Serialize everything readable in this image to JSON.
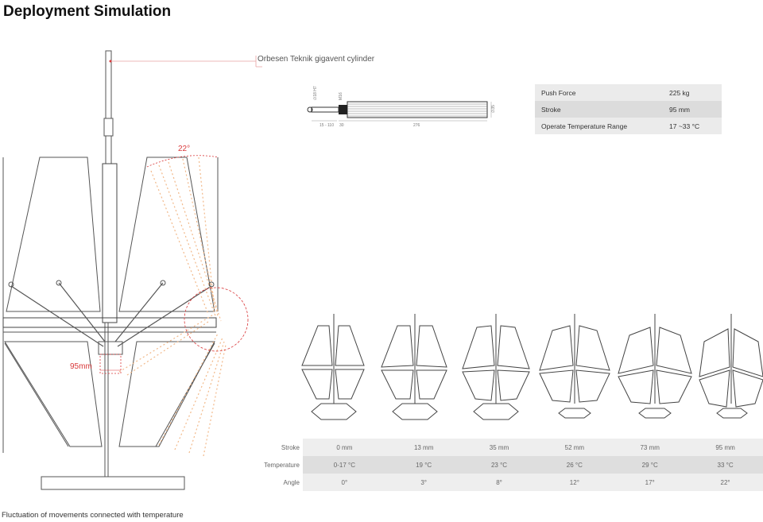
{
  "title": "Deployment Simulation",
  "callout_label": "Orbesen Teknik gigavent cylinder",
  "angle_annotation": "22°",
  "stroke_annotation": "95mm",
  "caption": "Fluctuation of movements connected with temperature",
  "cylinder_dims": {
    "dia_top": "∅18 H7",
    "thread": "M16",
    "left_len": "15 - 110",
    "mid_len": "30",
    "body_len": "276",
    "body_dia": "∅35"
  },
  "specs": [
    {
      "label": "Push Force",
      "value": "225 kg"
    },
    {
      "label": "Stroke",
      "value": "95 mm"
    },
    {
      "label": "Operate Temperature Range",
      "value": "17 ~33 °C"
    }
  ],
  "simulation": {
    "row_labels": {
      "stroke": "Stroke",
      "temperature": "Temperature",
      "angle": "Angle"
    },
    "stroke": [
      "0 mm",
      "13 mm",
      "35 mm",
      "52 mm",
      "73 mm",
      "95 mm"
    ],
    "temperature": [
      "0-17 °C",
      "19 °C",
      "23 °C",
      "26 °C",
      "29 °C",
      "33 °C"
    ],
    "angle": [
      "0°",
      "3°",
      "8°",
      "12°",
      "17°",
      "22°"
    ]
  },
  "colors": {
    "accent": "#d9383a",
    "ghost": "#f2b98a"
  }
}
